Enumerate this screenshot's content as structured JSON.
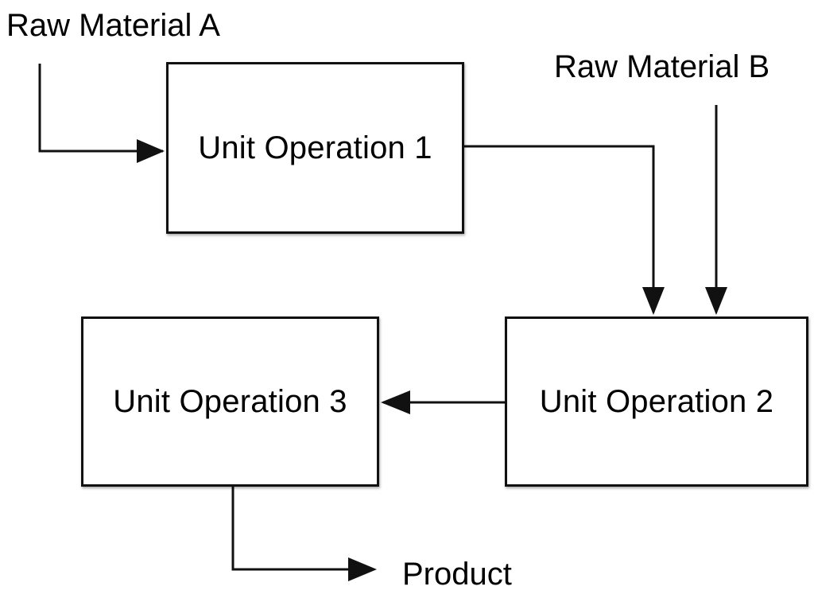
{
  "inputs": {
    "raw_material_a": "Raw Material A",
    "raw_material_b": "Raw Material B"
  },
  "units": [
    {
      "label": "Unit Operation 1"
    },
    {
      "label": "Unit Operation 2"
    },
    {
      "label": "Unit Operation 3"
    }
  ],
  "outputs": {
    "product": "Product"
  },
  "flows": [
    {
      "from": "Raw Material A",
      "to": "Unit Operation 1"
    },
    {
      "from": "Unit Operation 1",
      "to": "Unit Operation 2"
    },
    {
      "from": "Raw Material B",
      "to": "Unit Operation 2"
    },
    {
      "from": "Unit Operation 2",
      "to": "Unit Operation 3"
    },
    {
      "from": "Unit Operation 3",
      "to": "Product"
    }
  ],
  "colors": {
    "stroke": "#111111",
    "background": "#ffffff"
  }
}
